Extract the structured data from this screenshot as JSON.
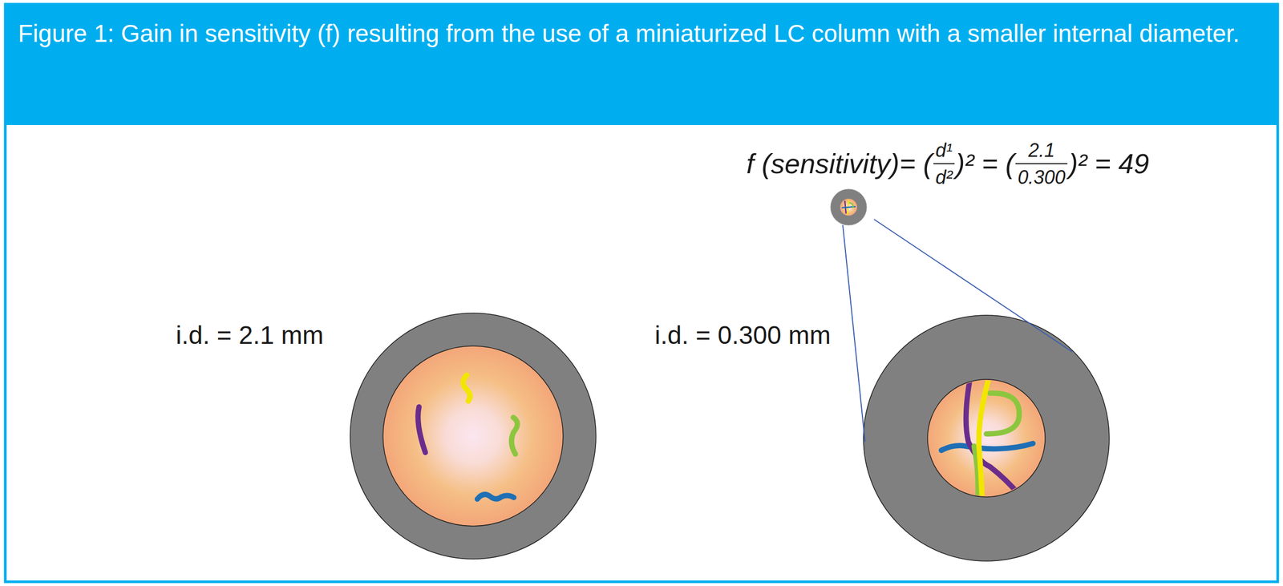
{
  "diagram": {
    "title": "Figure 1: Gain in sensitivity (f) resulting from the use of a miniaturized LC column with a smaller internal diameter.",
    "labels": [
      "f (sensitivity)= (",
      "d¹",
      "d²",
      ")² = (",
      "2.1",
      "0.300",
      ")² = 49",
      "i.d. = 2.1 mm",
      "i.d. = 0.300 mm"
    ]
  }
}
